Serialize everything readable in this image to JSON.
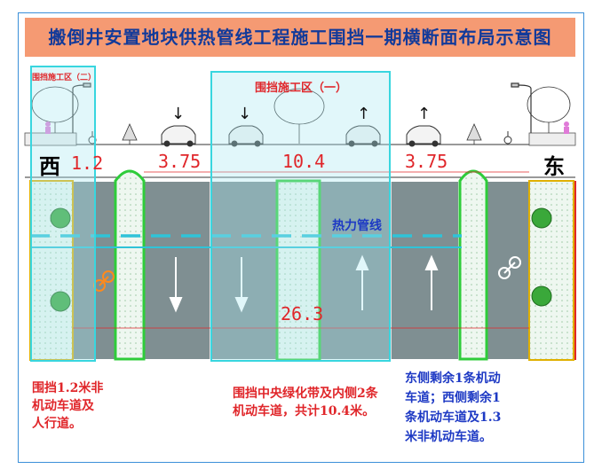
{
  "title": "搬倒井安置地块供热管线工程施工围挡一期横断面布局示意图",
  "zones": {
    "zone1_label": "围挡施工区（一）",
    "zone2_label": "围挡施工区（二）"
  },
  "directions": {
    "west": "西",
    "east": "东"
  },
  "dimensions": {
    "west_sidewalk": "1.2",
    "west_lane": "3.75",
    "center": "10.4",
    "east_lane": "3.75",
    "total": "26.3"
  },
  "lane_arrows": [
    "↓",
    "↓",
    "↑",
    "↑"
  ],
  "pipe_label": "热力管线",
  "notes": {
    "left": [
      "围挡1.2米非",
      "机动车道及",
      "人行道。"
    ],
    "center": [
      "围挡中央绿化带及内侧2条",
      "机动车道，共计10.4米。"
    ],
    "right": [
      "东侧剩余1条机动",
      "车道；西侧剩余1",
      "条机动车道及1.3",
      "米非机动车道。"
    ]
  },
  "colors": {
    "title_bg": "#f59a73",
    "title_text": "#123a9a",
    "zone_border": "#38d6df",
    "road": "#7f8f92",
    "pipe": "#2fc3d8",
    "green_strip": "#2ecc3a",
    "note_red": "#e0262a",
    "note_blue": "#1d39c4"
  }
}
